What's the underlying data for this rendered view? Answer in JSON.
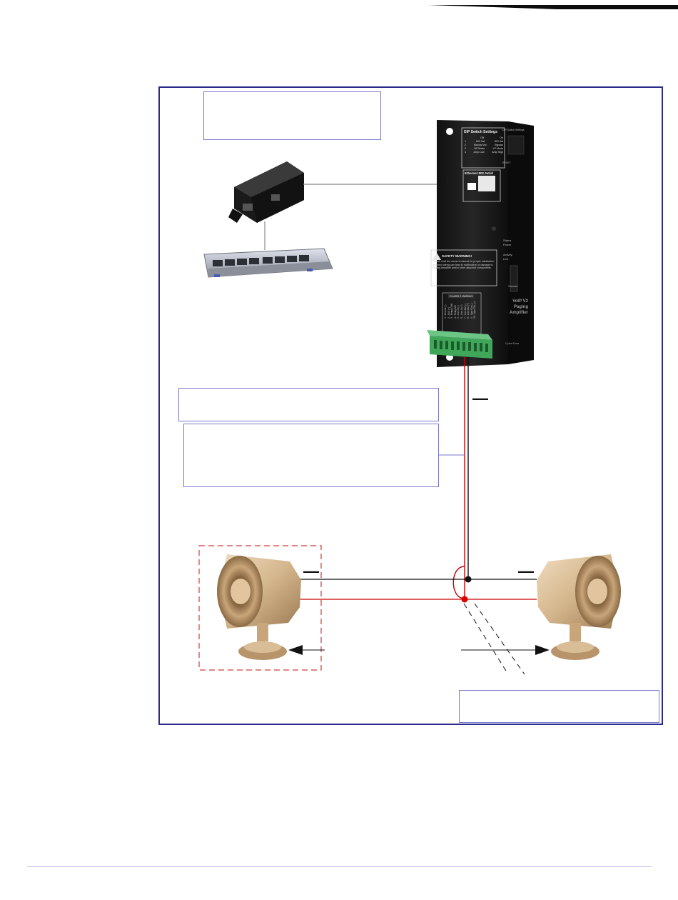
{
  "colors": {
    "frame": "#2b2b8c",
    "callout_border": "#7a7ad0",
    "wire_red": "#cc0000",
    "wire_black": "#111111",
    "horn": "#d4b68c"
  },
  "amplifier": {
    "dip_title": "DIP Switch Settings",
    "dip_rows": [
      {
        "num": "",
        "off": "Off",
        "on": "On"
      },
      {
        "num": "1",
        "off": "802.3af",
        "on": "802.3at"
      },
      {
        "num": "2",
        "off": "Manual Vol.",
        "on": "Bypass"
      },
      {
        "num": "3",
        "off": "HP Mode",
        "on": "LP Mode"
      },
      {
        "num": "4",
        "off": "Amp Low",
        "on": "Amp High"
      }
    ],
    "ethernet_label": "Ethernet 802.3at/af",
    "status_label": "Status",
    "power_label": "Power",
    "activity_label": "Activity",
    "link_label": "Link",
    "volume_label": "Volume",
    "warning_title": "SAFETY WARNING!",
    "warning_text": "Please read the owner's manual for proper installation. Incorrect wiring can lead to malfunction or damage to Paging Amplifier and/or other attached components.",
    "wiring_header": "CLASS 2 WIRING",
    "terminals": [
      "1 - Ground (-)",
      "2 - AUX (+)",
      "3 - Relay COM",
      "4 - Relay NO",
      "5 - Line-In (-)",
      "6 - Line-In (+)",
      "7 - Line-Out (-)",
      "8 - Line-Out (+)",
      "9 - Spkr Out (-)",
      "10 - Spkr Out (+)"
    ],
    "model_line1": "VoIP V2",
    "model_line2": "Paging",
    "model_line3": "Amplifier",
    "brand": "CyberData",
    "side_label_1": "DIP Switch Settings",
    "side_label_2": "RESET"
  },
  "markers": {
    "minus": "—"
  }
}
